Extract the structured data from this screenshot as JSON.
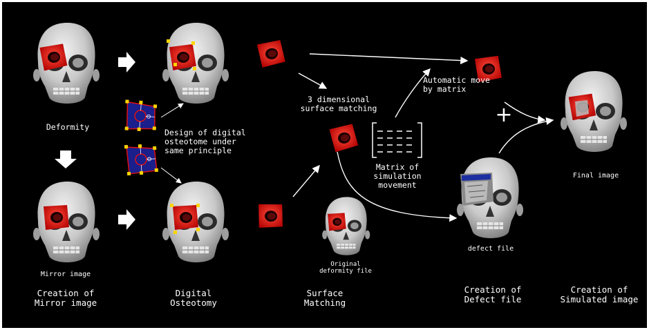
{
  "labels": {
    "deformity": "Deformity",
    "design": "Design of digital\nosteotome under\nsame principle",
    "mirror_image": "Mirror image",
    "creation_mirror": "Creation of\nMirror image",
    "digital_osteotomy": "Digital\nOsteotomy",
    "surface_3d": "3 dimensional\nsurface matching",
    "automatic_move": "Automatic move\nby matrix",
    "matrix": "Matrix of\nsimulation\nmovement",
    "original_deformity": "Original\ndeformity file",
    "surface_matching": "Surface\nMatching",
    "defect_file": "defect file",
    "creation_defect": "Creation of\nDefect file",
    "final_image": "Final image",
    "creation_simulated": "Creation of\nSimulated image",
    "plus": "+"
  },
  "colors": {
    "background": "#000000",
    "text": "#ffffff",
    "bone": "#cfcfcf",
    "implant_red": "#e01010",
    "osteotome_blue": "#1a1f8c",
    "marker_yellow": "#ffd400"
  }
}
